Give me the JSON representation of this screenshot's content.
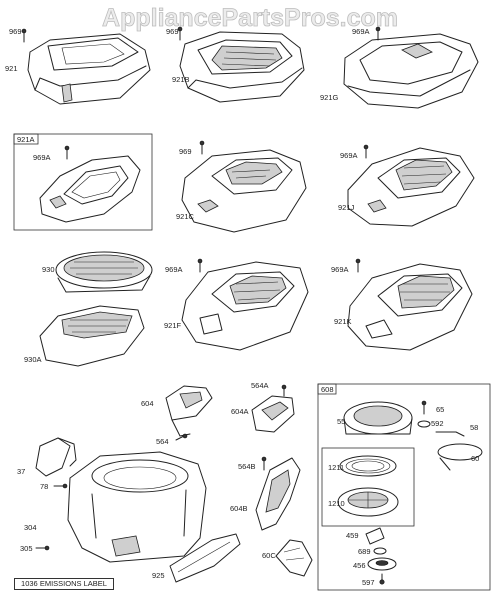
{
  "watermark": "AppliancePartsPros.com",
  "footer_label": "1036 EMISSIONS LABEL",
  "labels": {
    "l969": "969",
    "l921": "921",
    "l969_b": "969",
    "l921B": "921B",
    "l969A_a": "969A",
    "l921G": "921G",
    "l921A_box": "921A",
    "l969A_b": "969A",
    "l969_c": "969",
    "l921C": "921C",
    "l969A_c": "969A",
    "l921J": "921J",
    "l930": "930",
    "l930A": "930A",
    "l969A_d": "969A",
    "l921F": "921F",
    "l969A_e": "969A",
    "l921K": "921K",
    "l604": "604",
    "l564": "564",
    "l564A": "564A",
    "l604A": "604A",
    "l564B": "564B",
    "l604B": "604B",
    "l37": "37",
    "l78": "78",
    "l304": "304",
    "l305": "305",
    "l925": "925",
    "l60C": "60C",
    "l608": "608",
    "l55": "55",
    "l65": "65",
    "l592": "592",
    "l58": "58",
    "l60": "60",
    "l1211": "1211",
    "l1210": "1210",
    "l459": "459",
    "l689": "689",
    "l456": "456",
    "l597": "597"
  }
}
